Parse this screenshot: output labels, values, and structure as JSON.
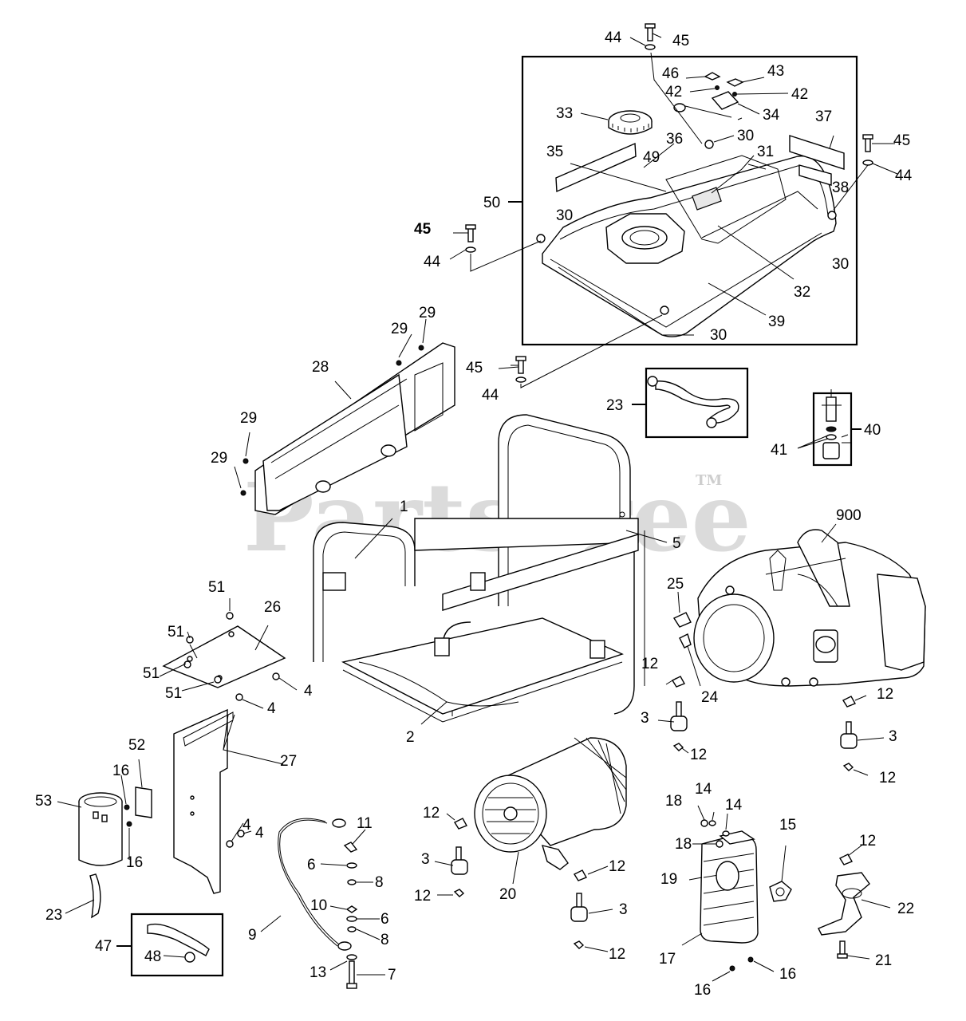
{
  "watermark": {
    "text": "PartsTree",
    "tm": "TM"
  },
  "callouts": {
    "c1": "1",
    "c2": "2",
    "c3a": "3",
    "c3b": "3",
    "c3c": "3",
    "c3d": "3",
    "c4a": "4",
    "c4b": "4",
    "c4c": "4",
    "c4d": "4",
    "c5": "5",
    "c6a": "6",
    "c6b": "6",
    "c7": "7",
    "c8a": "8",
    "c8b": "8",
    "c9": "9",
    "c10": "10",
    "c11": "11",
    "c12a": "12",
    "c12b": "12",
    "c12c": "12",
    "c12d": "12",
    "c12e": "12",
    "c12f": "12",
    "c12g": "12",
    "c12h": "12",
    "c12i": "12",
    "c13": "13",
    "c14a": "14",
    "c14b": "14",
    "c15": "15",
    "c16a": "16",
    "c16b": "16",
    "c16c": "16",
    "c16d": "16",
    "c17": "17",
    "c18a": "18",
    "c18b": "18",
    "c19": "19",
    "c20": "20",
    "c21": "21",
    "c22": "22",
    "c23a": "23",
    "c23b": "23",
    "c24": "24",
    "c25": "25",
    "c26": "26",
    "c27": "27",
    "c28": "28",
    "c29a": "29",
    "c29b": "29",
    "c29c": "29",
    "c29d": "29",
    "c30a": "30",
    "c30b": "30",
    "c30c": "30",
    "c30d": "30",
    "c31": "31",
    "c32": "32",
    "c33": "33",
    "c34": "34",
    "c35": "35",
    "c36": "36",
    "c37": "37",
    "c38": "38",
    "c39": "39",
    "c40": "40",
    "c41": "41",
    "c42a": "42",
    "c42b": "42",
    "c43": "43",
    "c44a": "44",
    "c44b": "44",
    "c44c": "44",
    "c44d": "44",
    "c45a": "45",
    "c45b": "45",
    "c45c": "45",
    "c45d": "45",
    "c46": "46",
    "c47": "47",
    "c48": "48",
    "c49": "49",
    "c50": "50",
    "c51a": "51",
    "c51b": "51",
    "c51c": "51",
    "c51d": "51",
    "c52": "52",
    "c53": "53",
    "c900": "900"
  }
}
